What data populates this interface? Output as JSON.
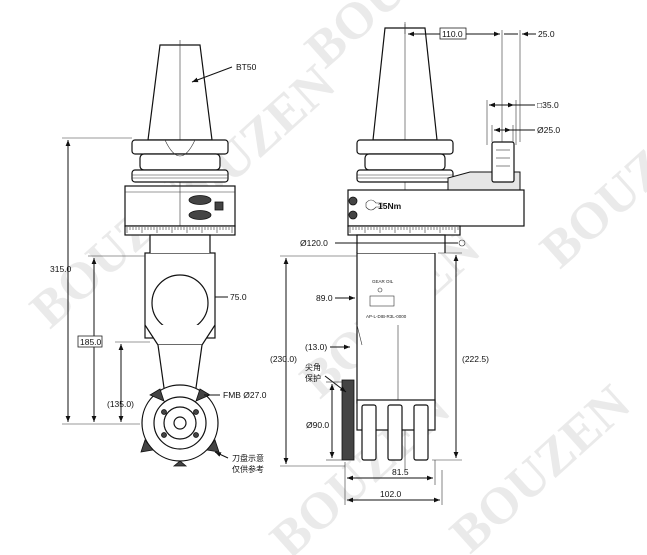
{
  "watermark": "BOUZEN",
  "left_view": {
    "taper_label": "BT50",
    "overall_height": "315.0",
    "mid_height": "185.0",
    "lower_height": "(135.0)",
    "spindle_width": "75.0",
    "fmb_label": "FMB Ø27.0",
    "cutter_note_line1": "刀盘示意",
    "cutter_note_line2": "仅供参考"
  },
  "right_view": {
    "offset_x": "110.0",
    "top_right": "25.0",
    "square": "□35.0",
    "pin_dia": "Ø25.0",
    "torque": "15Nm",
    "flange_dia": "Ø120.0",
    "body_width": "89.0",
    "dim_13": "(13.0)",
    "dim_230": "(230.0)",
    "dim_2225": "(222.5)",
    "note_line1": "尖角",
    "note_line2": "保护",
    "dia_90": "Ø90.0",
    "dim_815": "81.5",
    "dim_102": "102.0"
  },
  "label_plate": {
    "line1": "GEAR OIL",
    "line2": "",
    "line3": "",
    "line4": "",
    "line5": "AP-L-DIB-R3L-0000"
  }
}
